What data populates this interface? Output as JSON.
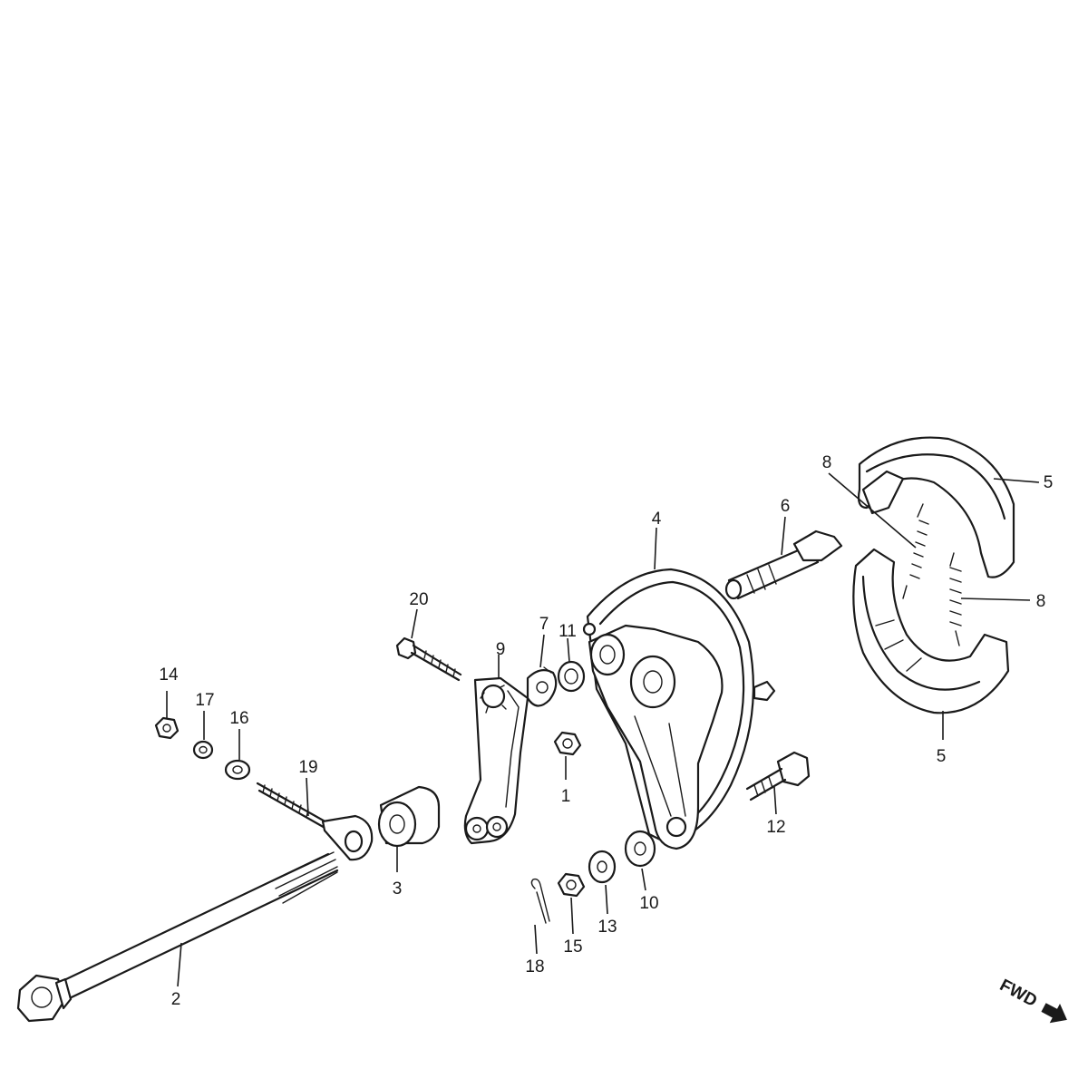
{
  "diagram": {
    "callouts": [
      {
        "id": "1",
        "text": "1"
      },
      {
        "id": "2",
        "text": "2"
      },
      {
        "id": "3",
        "text": "3"
      },
      {
        "id": "4",
        "text": "4"
      },
      {
        "id": "5a",
        "text": "5"
      },
      {
        "id": "5b",
        "text": "5"
      },
      {
        "id": "6",
        "text": "6"
      },
      {
        "id": "7",
        "text": "7"
      },
      {
        "id": "8a",
        "text": "8"
      },
      {
        "id": "8b",
        "text": "8"
      },
      {
        "id": "9",
        "text": "9"
      },
      {
        "id": "10",
        "text": "10"
      },
      {
        "id": "11",
        "text": "11"
      },
      {
        "id": "12",
        "text": "12"
      },
      {
        "id": "13",
        "text": "13"
      },
      {
        "id": "14",
        "text": "14"
      },
      {
        "id": "15",
        "text": "15"
      },
      {
        "id": "16",
        "text": "16"
      },
      {
        "id": "17",
        "text": "17"
      },
      {
        "id": "18",
        "text": "18"
      },
      {
        "id": "19",
        "text": "19"
      },
      {
        "id": "20",
        "text": "20"
      }
    ],
    "direction_marker": {
      "text": "FWD",
      "icon": "arrow-right-down-icon"
    }
  }
}
